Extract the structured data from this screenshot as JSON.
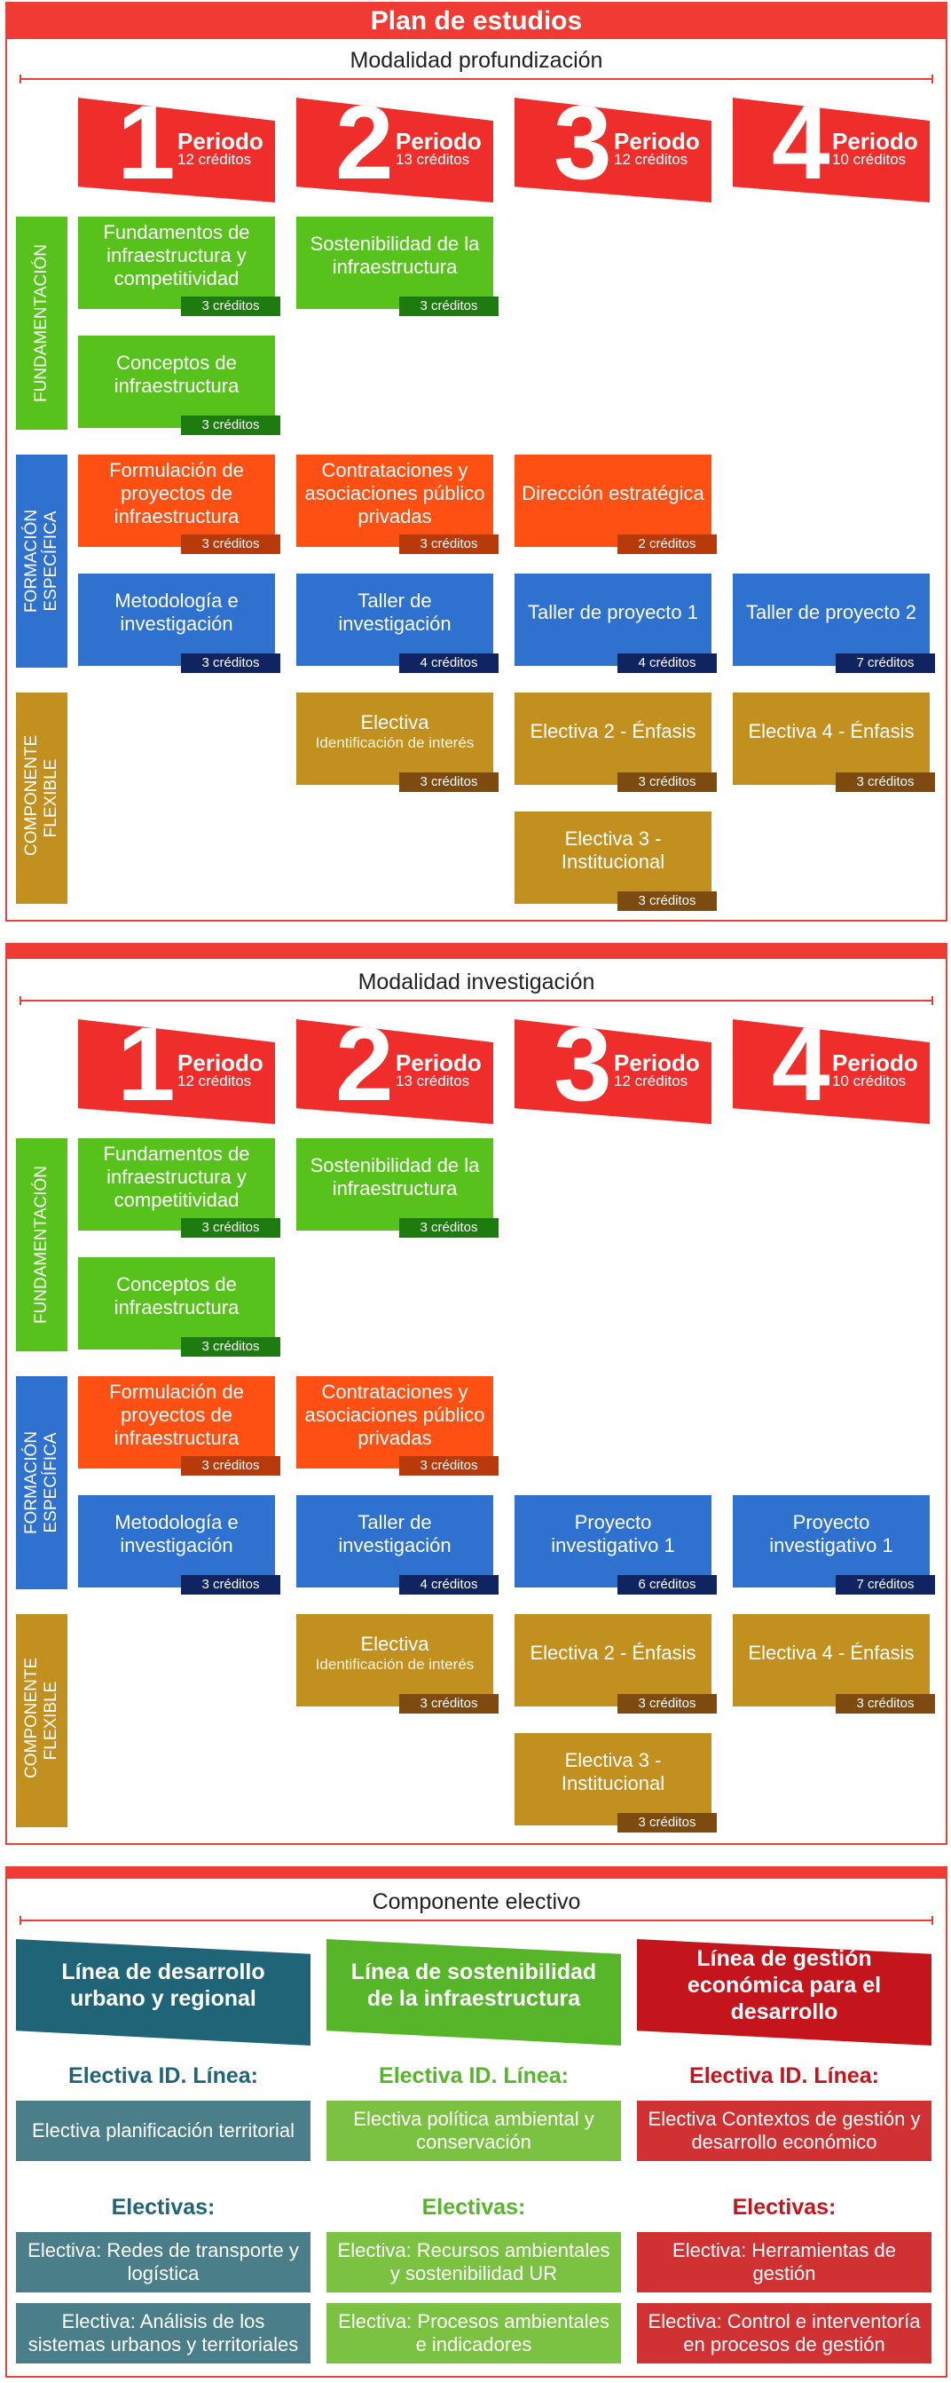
{
  "page_title": "Plan de estudios",
  "colors": {
    "red": "#ef3b33",
    "teal": "#1f6577",
    "lime": "#57b52a",
    "crimson": "#c4151d"
  },
  "periods": [
    {
      "num": "1",
      "label": "Periodo",
      "credits": "12 créditos"
    },
    {
      "num": "2",
      "label": "Periodo",
      "credits": "13 créditos"
    },
    {
      "num": "3",
      "label": "Periodo",
      "credits": "12 créditos"
    },
    {
      "num": "4",
      "label": "Periodo",
      "credits": "10 créditos"
    }
  ],
  "sections": {
    "fund": "FUNDAMENTACIÓN",
    "form": "FORMACIÓN ESPECÍFICA",
    "comp": "COMPONENTE FLEXIBLE"
  },
  "mod1": {
    "title": "Modalidad profundización",
    "courses": {
      "f1": {
        "name": "Fundamentos de infraestructura y competitividad",
        "credits": "3 créditos"
      },
      "f2": {
        "name": "Sostenibilidad de la infraestructura",
        "credits": "3 créditos"
      },
      "f3": {
        "name": "Conceptos de infraestructura",
        "credits": "3 créditos"
      },
      "o1": {
        "name": "Formulación de proyectos de infraestructura",
        "credits": "3 créditos"
      },
      "o2": {
        "name": "Contrataciones y asociaciones público privadas",
        "credits": "3 créditos"
      },
      "o3": {
        "name": "Dirección estratégica",
        "credits": "2 créditos"
      },
      "b1": {
        "name": "Metodología e investigación",
        "credits": "3 créditos"
      },
      "b2": {
        "name": "Taller de investigación",
        "credits": "4 créditos"
      },
      "b3": {
        "name": "Taller de proyecto 1",
        "credits": "4 créditos"
      },
      "b4": {
        "name": "Taller de proyecto 2",
        "credits": "7 créditos"
      },
      "e1": {
        "name": "Electiva",
        "sub": "Identificación de interés",
        "credits": "3 créditos"
      },
      "e2": {
        "name": "Electiva 2 - Énfasis",
        "credits": "3 créditos"
      },
      "e3": {
        "name": "Electiva 4 - Énfasis",
        "credits": "3 créditos"
      },
      "e4": {
        "name": "Electiva 3 - Institucional",
        "credits": "3 créditos"
      }
    }
  },
  "mod2": {
    "title": "Modalidad investigación",
    "courses": {
      "f1": {
        "name": "Fundamentos de infraestructura y competitividad",
        "credits": "3 créditos"
      },
      "f2": {
        "name": "Sostenibilidad de la infraestructura",
        "credits": "3 créditos"
      },
      "f3": {
        "name": "Conceptos de infraestructura",
        "credits": "3 créditos"
      },
      "o1": {
        "name": "Formulación de proyectos de infraestructura",
        "credits": "3 créditos"
      },
      "o2": {
        "name": "Contrataciones y asociaciones público privadas",
        "credits": "3 créditos"
      },
      "b1": {
        "name": "Metodología e investigación",
        "credits": "3 créditos"
      },
      "b2": {
        "name": "Taller de investigación",
        "credits": "4 créditos"
      },
      "b3": {
        "name": "Proyecto investigativo 1",
        "credits": "6 créditos"
      },
      "b4": {
        "name": "Proyecto investigativo 1",
        "credits": "7 créditos"
      },
      "e1": {
        "name": "Electiva",
        "sub": "Identificación de interés",
        "credits": "3 créditos"
      },
      "e2": {
        "name": "Electiva 2 - Énfasis",
        "credits": "3 créditos"
      },
      "e3": {
        "name": "Electiva 4 - Énfasis",
        "credits": "3 créditos"
      },
      "e4": {
        "name": "Electiva 3 - Institucional",
        "credits": "3 créditos"
      }
    }
  },
  "electivo": {
    "title": "Componente electivo",
    "lines": [
      {
        "name": "Línea de desarrollo urbano y regional",
        "id_label": "Electiva ID. Línea:",
        "id_item": "Electiva planificación territorial",
        "el_label": "Electivas:",
        "items": [
          "Electiva: Redes de transporte y logística",
          "Electiva: Análisis de los sistemas urbanos y territoriales"
        ]
      },
      {
        "name": "Línea de sostenibilidad de la infraestructura",
        "id_label": "Electiva ID. Línea:",
        "id_item": "Electiva política ambiental y conservación",
        "el_label": "Electivas:",
        "items": [
          "Electiva: Recursos ambientales y sostenibilidad UR",
          "Electiva: Procesos ambientales e indicadores"
        ]
      },
      {
        "name": "Línea de gestión económica para el desarrollo",
        "id_label": "Electiva ID. Línea:",
        "id_item": "Electiva Contextos de gestión y desarrollo económico",
        "el_label": "Electivas:",
        "items": [
          "Electiva: Herramientas de gestión",
          "Electiva: Control e interventoría en procesos de gestión"
        ]
      }
    ]
  }
}
